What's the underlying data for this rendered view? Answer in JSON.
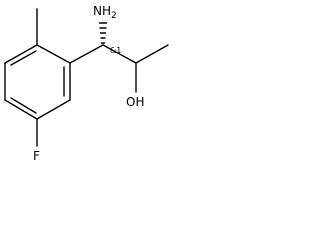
{
  "molecule": {
    "atom_labels": {
      "amine_main": "NH",
      "amine_sub": "2",
      "hydroxyl": "OH",
      "fluorine": "F"
    },
    "stereo_label": "&1",
    "colors": {
      "bond": "#000000",
      "text": "#000000",
      "background": "#ffffff"
    }
  }
}
